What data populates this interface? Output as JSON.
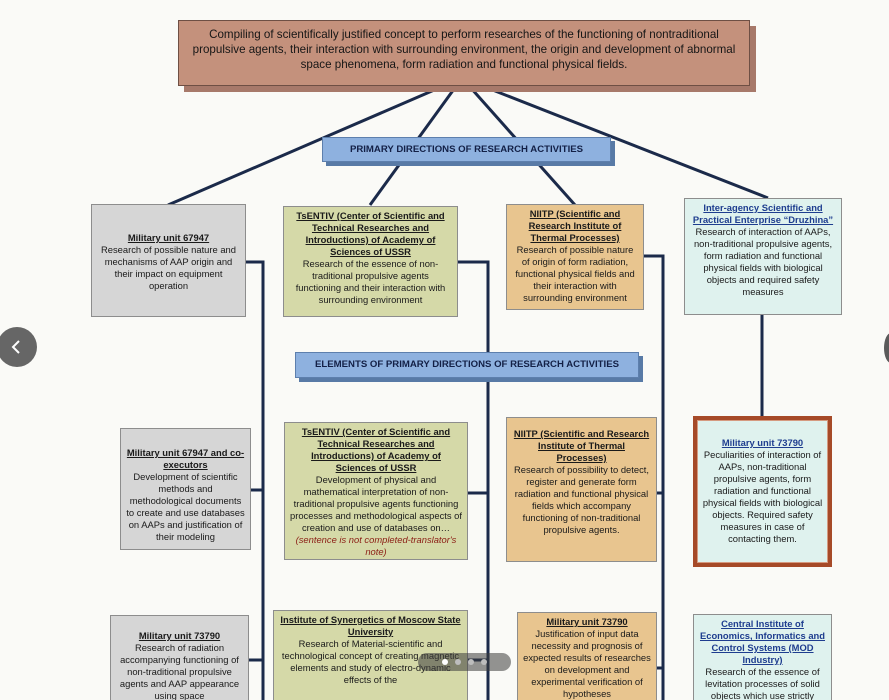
{
  "top_box": "Compiling of scientifically justified concept to perform researches of the functioning of nontraditional propulsive agents, their interaction with surrounding environment, the origin and development of abnormal space phenomena, form radiation and functional physical fields.",
  "banners": {
    "primary": "PRIMARY DIRECTIONS OF RESEARCH ACTIVITIES",
    "elements": "ELEMENTS OF PRIMARY DIRECTIONS OF RESEARCH ACTIVITIES"
  },
  "row1": [
    {
      "title": "Military unit 67947",
      "body": "Research of possible nature and mechanisms of AAP origin and their impact on equipment operation"
    },
    {
      "title": "TsENTIV (Center of Scientific and Technical Researches and Introductions) of Academy of Sciences of USSR",
      "body": "Research of the essence of non-traditional propulsive agents functioning and their interaction with surrounding environment"
    },
    {
      "title": "NIITP (Scientific and Research Institute of Thermal Processes)",
      "body": "Research of possible nature of origin of form radiation, functional physical fields and their interaction with surrounding environment"
    },
    {
      "title": "Inter-agency Scientific and Practical Enterprise “Druzhina”",
      "body": "Research of interaction of AAPs, non-traditional propulsive agents, form radiation and functional physical fields with biological objects and required safety measures"
    }
  ],
  "row2": [
    {
      "title": "Military unit 67947 and co-executors",
      "body": "Development of scientific methods and methodological documents to create and use databases on AAPs and justification of their modeling"
    },
    {
      "title": "TsENTIV (Center of Scientific and Technical Researches and Introductions) of Academy of Sciences of USSR",
      "body": "Development of physical and mathematical interpretation of non-traditional propulsive agents functioning processes and methodological aspects of creation and use of databases on…",
      "note": "(sentence is not completed-translator's note)"
    },
    {
      "title": "NIITP (Scientific and Research Institute of Thermal Processes)",
      "body": "Research of possibility to detect, register and generate form radiation and functional physical fields which accompany functioning of non-traditional propulsive agents."
    },
    {
      "title": "Military unit 73790",
      "body": "Peculiarities of interaction of AAPs, non-traditional propulsive agents, form radiation and functional physical fields with biological objects. Required safety measures in case of contacting them."
    }
  ],
  "row3": [
    {
      "title": "Military unit 73790",
      "body": "Research of radiation accompanying functioning of non-traditional propulsive agents and AAP appearance using space"
    },
    {
      "title": "Institute of Synergetics of Moscow State University",
      "body": "Research of Material-scientific and technological concept of creating magnetic elements and study of electro-dynamic effects of the"
    },
    {
      "title": "Military unit 73790",
      "body": "Justification of input data necessity and prognosis of expected results of researches on development and experimental verification of hypotheses"
    },
    {
      "title": "Central Institute of Economics, Informatics and Control Systems (MOD Industry)",
      "body": "Research of the essence of levitation processes of solid objects which use strictly"
    }
  ],
  "carousel": {
    "slide_count": 4,
    "active_index": 0
  },
  "icons": {
    "prev": "chevron-left-icon"
  },
  "colors": {
    "top_box": "#c4917c",
    "banner": "#8eb1df",
    "gray_box": "#d6d6d6",
    "green_box": "#d5d9a8",
    "tan_box": "#e8c58f",
    "cyan_box": "#dff2ee",
    "highlight_border": "#a64a28",
    "connector": "#1b2a4a"
  }
}
